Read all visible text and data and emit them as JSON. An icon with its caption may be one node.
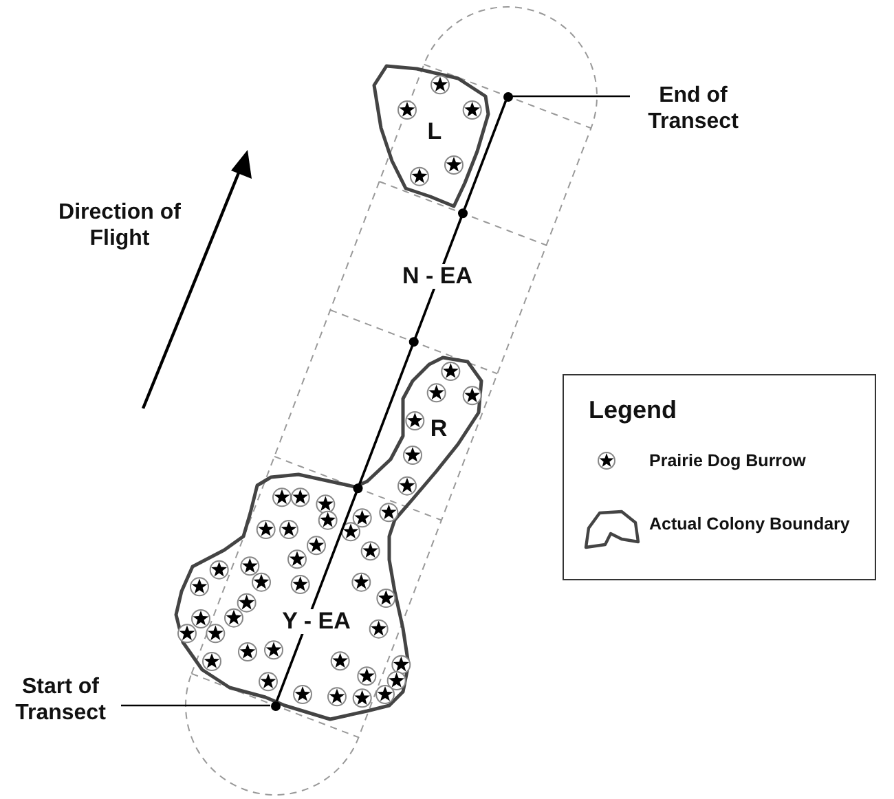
{
  "diagram": {
    "nodes": [
      {
        "text": [
          "End of Transect"
        ]
      },
      {
        "text": [],
        "shape": "circle"
      },
      {
        "text": [
          "Start of Transect"
        ]
      },
      {
        "text": [],
        "shape": "circle"
      }
    ],
    "edges": [
      {
        "from": 0,
        "to": 1,
        "arrow": "none"
      },
      {
        "from": 3,
        "to": 1,
        "arrow": "none"
      },
      {
        "from": 2,
        "to": 3,
        "arrow": "none"
      }
    ],
    "labels": [
      "L",
      "Direction of Flight",
      "N - EA",
      "Legend",
      "R",
      "Y - EA"
    ],
    "legend": [
      {
        "text": "Prairie Dog Burrow"
      },
      {
        "text": "Actual Colony Boundary"
      }
    ]
  }
}
